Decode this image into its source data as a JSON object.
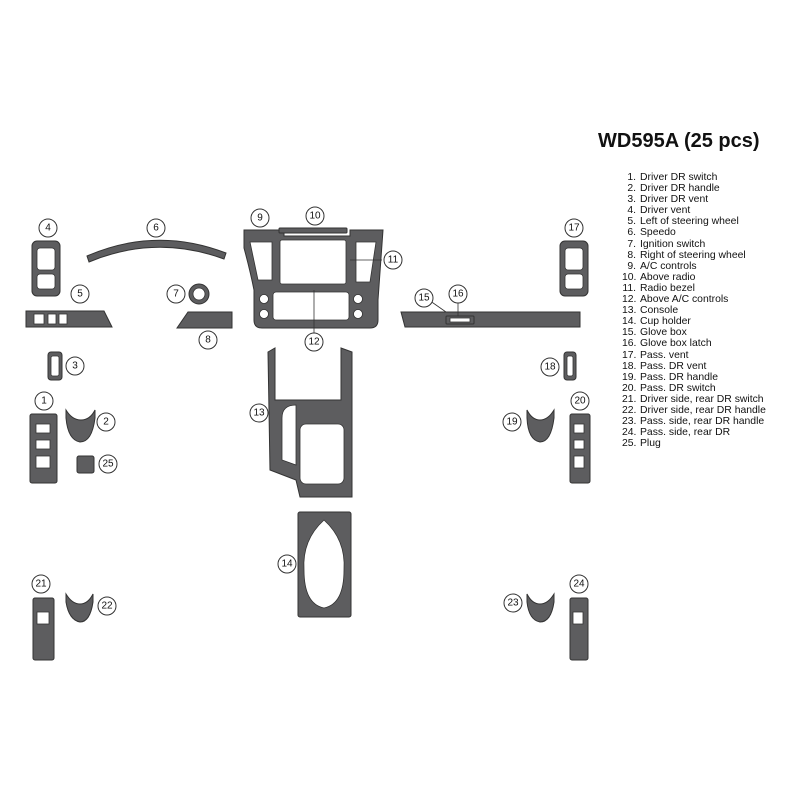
{
  "title": "WD595A (25 pcs)",
  "colors": {
    "piece": "#5d5d5f",
    "background": "#ffffff"
  },
  "parts": [
    {
      "num": "1.",
      "label": "Driver DR switch"
    },
    {
      "num": "2.",
      "label": "Driver DR handle"
    },
    {
      "num": "3.",
      "label": "Driver DR vent"
    },
    {
      "num": "4.",
      "label": "Driver vent"
    },
    {
      "num": "5.",
      "label": "Left of steering wheel"
    },
    {
      "num": "6.",
      "label": "Speedo"
    },
    {
      "num": "7.",
      "label": "Ignition switch"
    },
    {
      "num": "8.",
      "label": "Right of steering wheel"
    },
    {
      "num": "9.",
      "label": "A/C controls"
    },
    {
      "num": "10.",
      "label": "Above radio"
    },
    {
      "num": "11.",
      "label": "Radio bezel"
    },
    {
      "num": "12.",
      "label": "Above A/C controls"
    },
    {
      "num": "13.",
      "label": "Console"
    },
    {
      "num": "14.",
      "label": "Cup holder"
    },
    {
      "num": "15.",
      "label": "Glove box"
    },
    {
      "num": "16.",
      "label": "Glove box latch"
    },
    {
      "num": "17.",
      "label": "Pass. vent"
    },
    {
      "num": "18.",
      "label": "Pass. DR vent"
    },
    {
      "num": "19.",
      "label": "Pass. DR handle"
    },
    {
      "num": "20.",
      "label": "Pass. DR switch"
    },
    {
      "num": "21.",
      "label": "Driver side, rear DR switch"
    },
    {
      "num": "22.",
      "label": "Driver side, rear DR handle"
    },
    {
      "num": "23.",
      "label": "Pass. side, rear DR handle"
    },
    {
      "num": "24.",
      "label": "Pass. side, rear DR"
    },
    {
      "num": "25.",
      "label": "Plug"
    }
  ],
  "callouts": [
    "1",
    "2",
    "3",
    "4",
    "5",
    "6",
    "7",
    "8",
    "9",
    "10",
    "11",
    "12",
    "13",
    "14",
    "15",
    "16",
    "17",
    "18",
    "19",
    "20",
    "21",
    "22",
    "23",
    "24",
    "25"
  ]
}
